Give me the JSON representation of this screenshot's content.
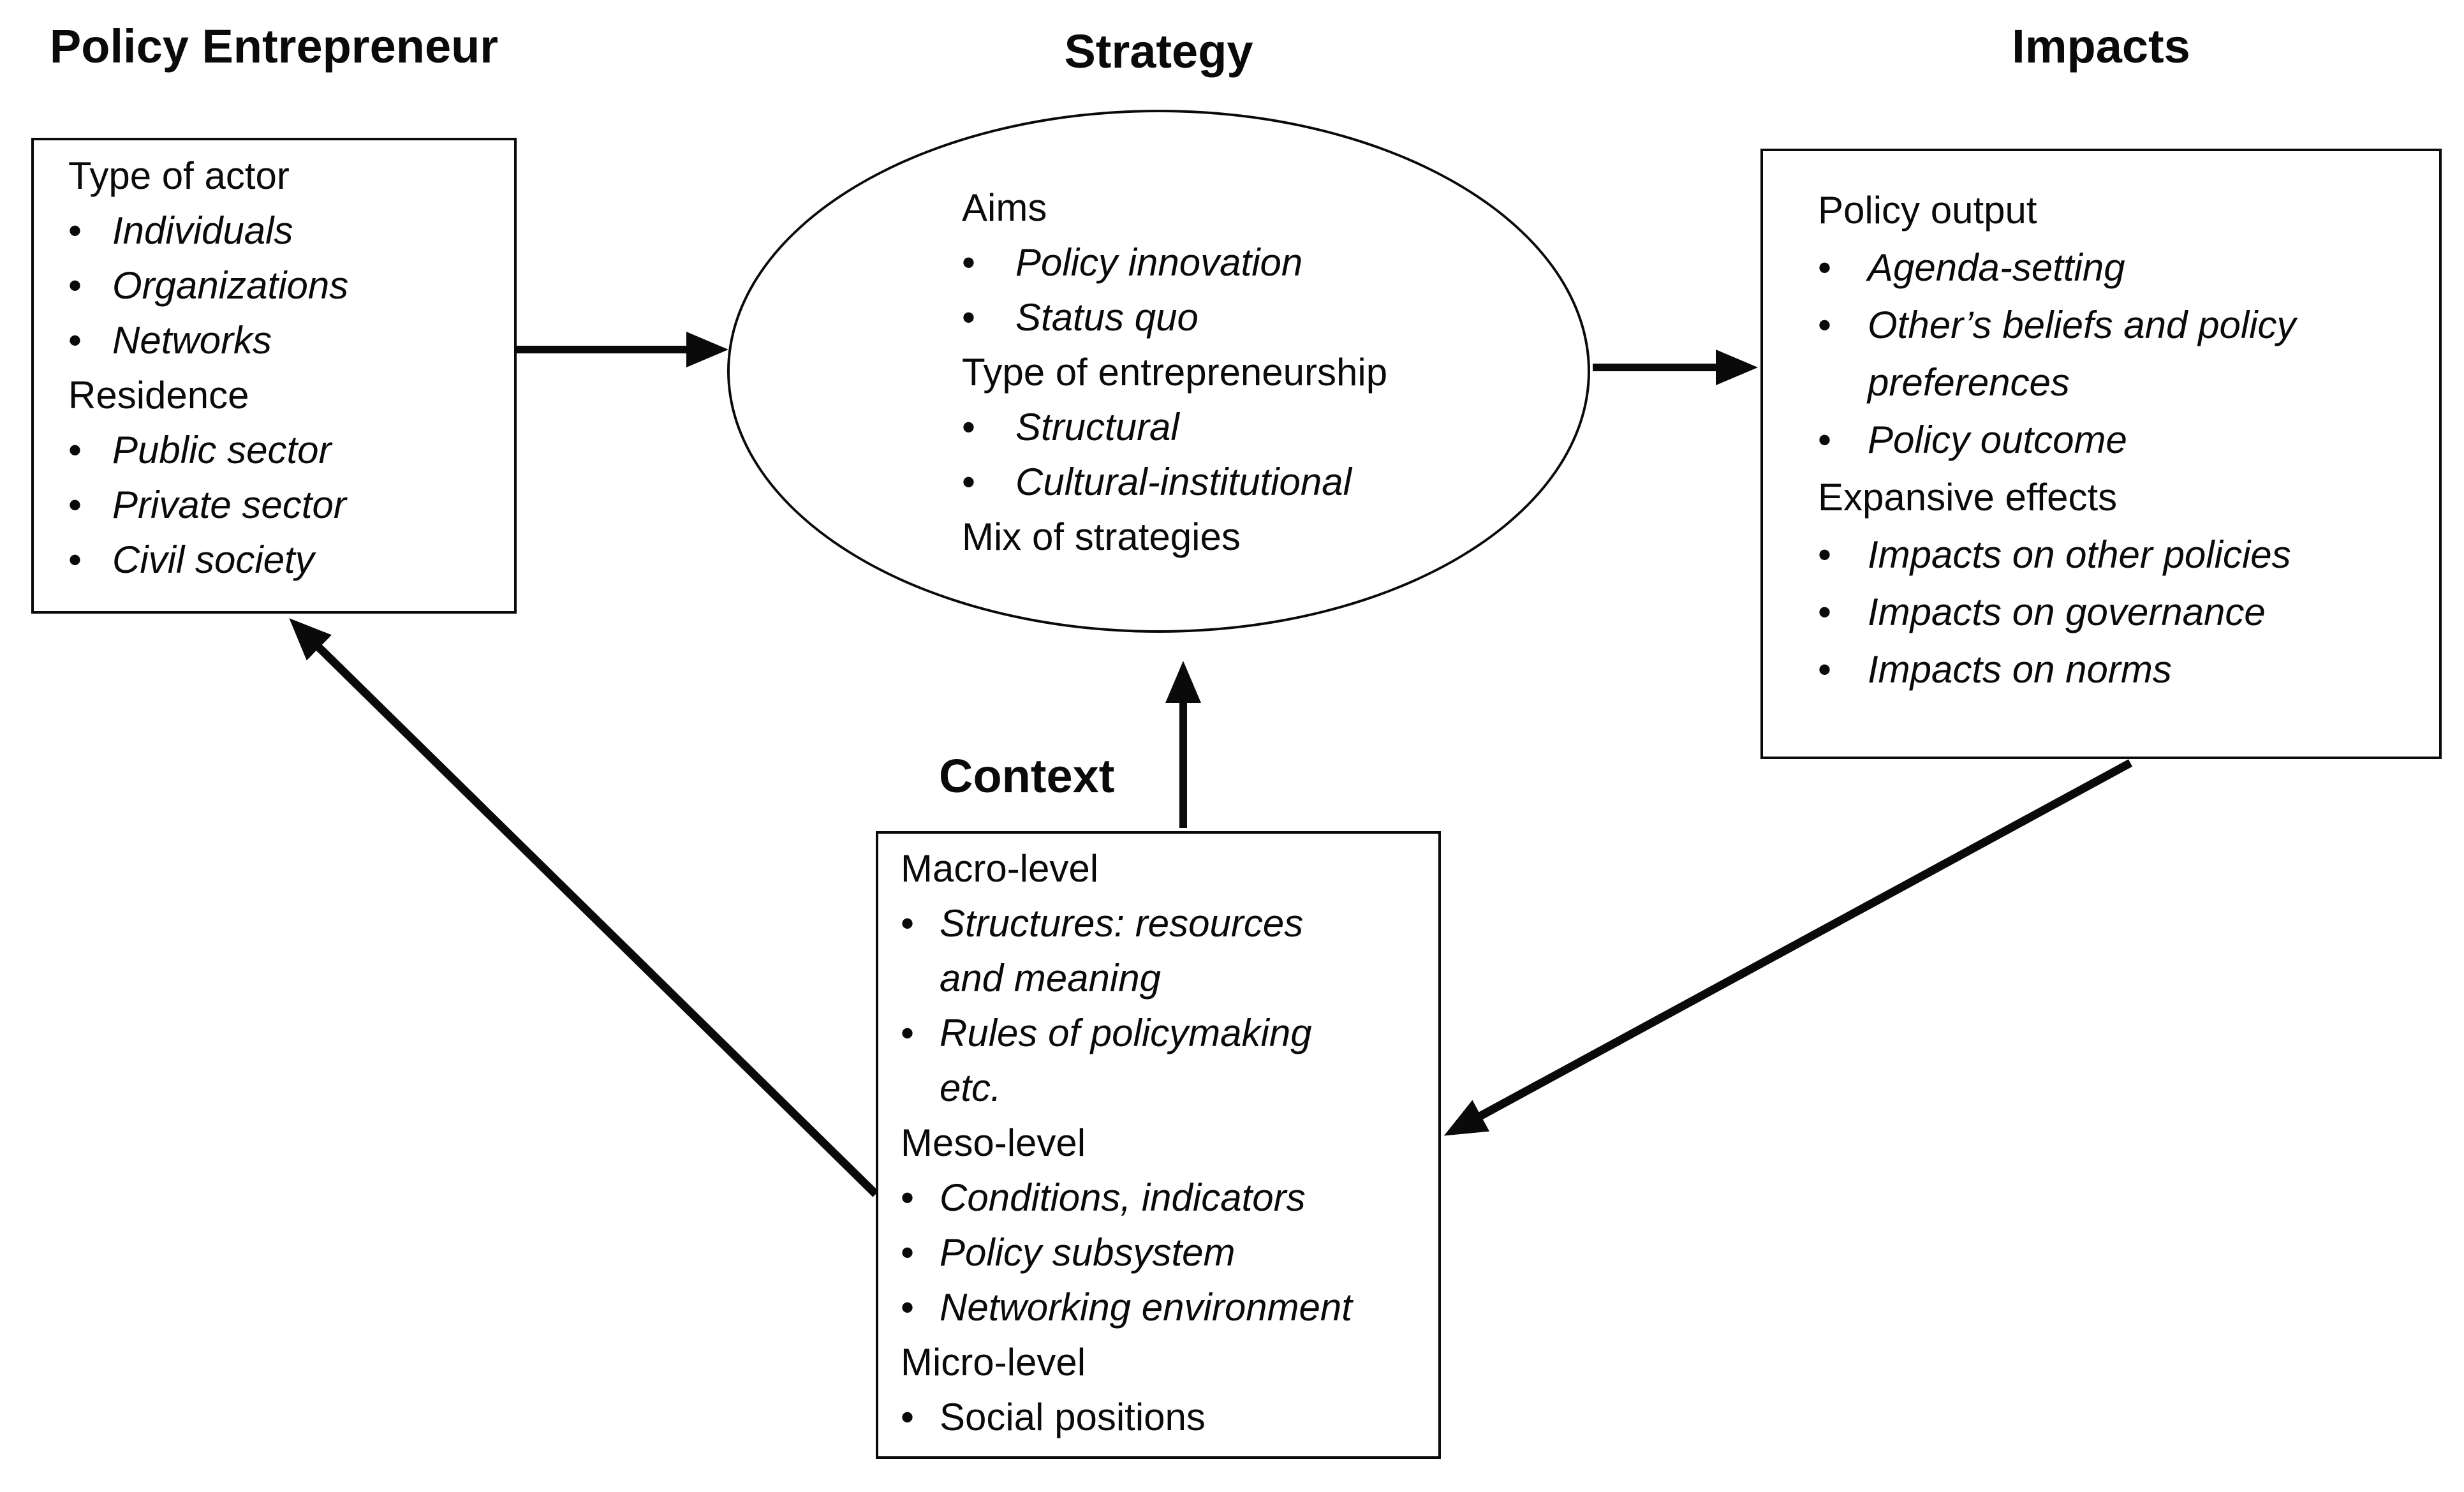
{
  "glyphs": {
    "bullet": "•"
  },
  "colors": {
    "ink": "#0a0a0a",
    "paper": "#ffffff"
  },
  "nodes": {
    "policy_entrepreneur": {
      "title": "Policy Entrepreneur",
      "items": [
        "Type of actor",
        "Individuals",
        "Organizations",
        "Networks",
        "Residence",
        "Public sector",
        "Private sector",
        "Civil society"
      ]
    },
    "strategy": {
      "title": "Strategy",
      "items": [
        "Aims",
        "Policy innovation",
        "Status quo",
        "Type of entrepreneurship",
        "Structural",
        "Cultural-institutional",
        "Mix of strategies"
      ]
    },
    "impacts": {
      "title": "Impacts",
      "items": [
        "Policy output",
        "Agenda-setting",
        "Other’s beliefs and policy preferences",
        "Policy outcome",
        "Expansive effects",
        "Impacts on other policies",
        "Impacts on governance",
        "Impacts on norms"
      ]
    },
    "context": {
      "title": "Context",
      "items": [
        "Macro-level",
        "Structures: resources and meaning",
        "Rules of policymaking etc.",
        "Meso-level",
        "Conditions, indicators",
        "Policy subsystem",
        "Networking environment",
        "Micro-level",
        "Social positions"
      ]
    }
  },
  "relations": [
    {
      "from": "Policy Entrepreneur",
      "to": "Strategy"
    },
    {
      "from": "Strategy",
      "to": "Impacts"
    },
    {
      "from": "Impacts",
      "to": "Context"
    },
    {
      "from": "Context",
      "to": "Policy Entrepreneur"
    },
    {
      "from": "Context",
      "to": "Strategy"
    }
  ]
}
